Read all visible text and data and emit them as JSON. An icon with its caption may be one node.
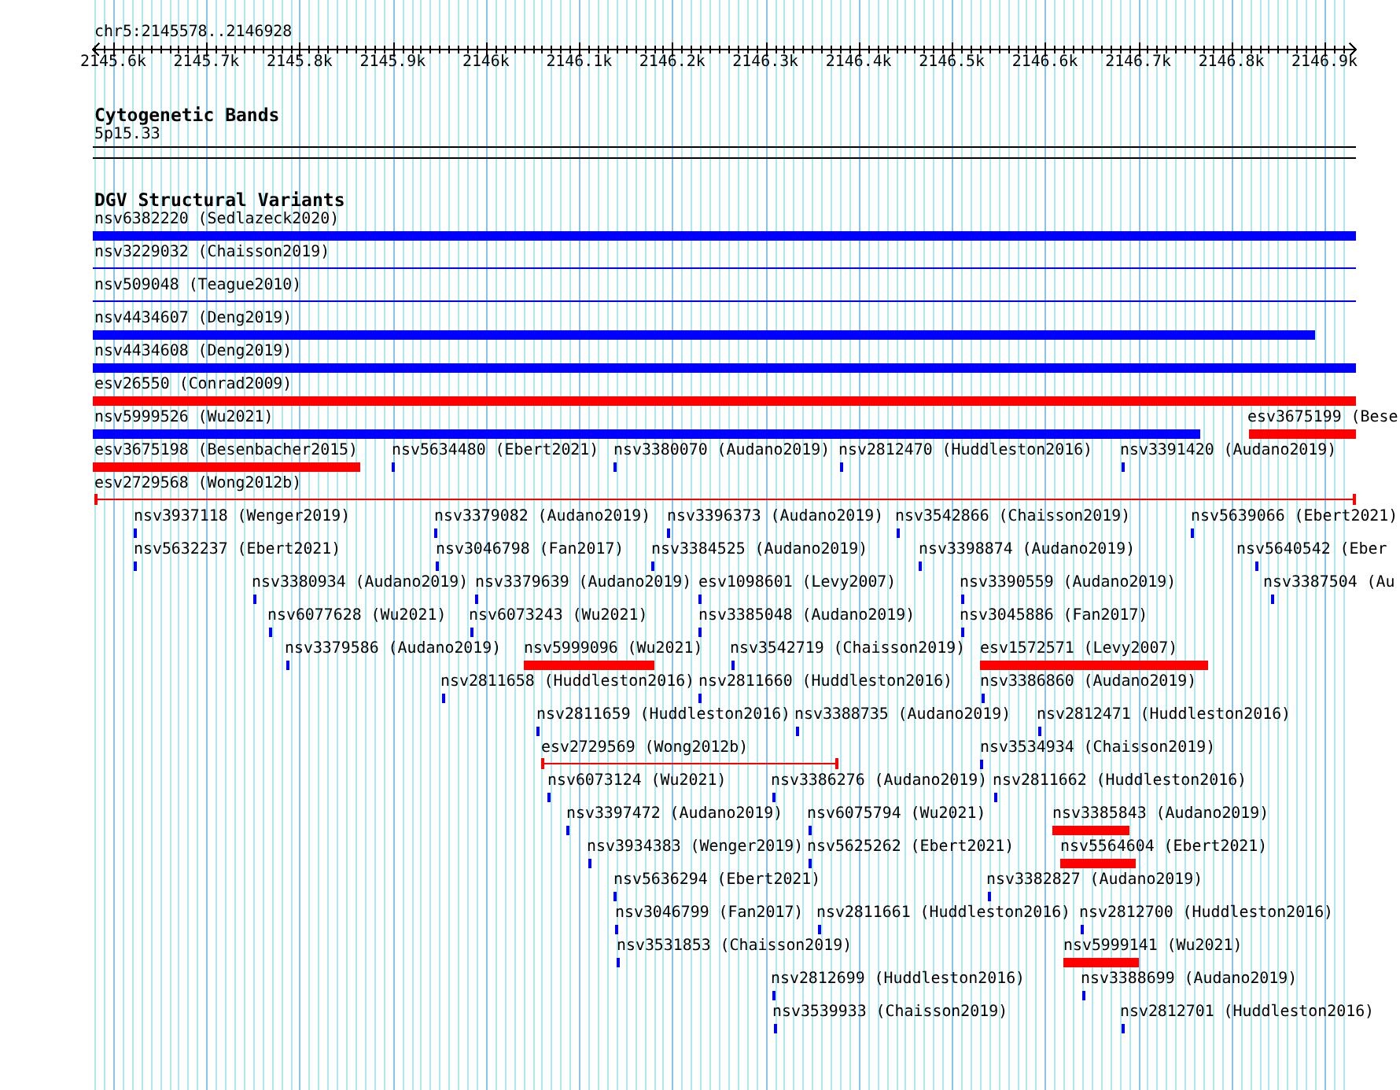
{
  "diagram": {
    "title": "chr5:2145578..2146928",
    "nodes": [
      {
        "text": [
          "5p15.33"
        ]
      },
      {
        "text": [
          "nsv6382220 (Sedlazeck2020)"
        ]
      },
      {
        "text": [
          "nsv3229032 (Chaisson2019)"
        ]
      },
      {
        "text": [
          "nsv509048 (Teague2010)"
        ]
      },
      {
        "text": [
          "nsv4434607 (Deng2019)"
        ]
      },
      {
        "text": [
          "nsv4434608 (Deng2019)"
        ]
      },
      {
        "text": [
          "esv26550 (Conrad2009)"
        ]
      },
      {
        "text": [
          "nsv5999526 (Wu2021)"
        ]
      },
      {
        "text": [
          "esv3675199 (Bese"
        ]
      },
      {
        "text": [
          "esv3675198 (Besenbacher2015)"
        ]
      },
      {
        "text": [
          "nsv5634480 (Ebert2021)"
        ]
      },
      {
        "text": [
          "nsv3380070 (Audano2019)"
        ]
      },
      {
        "text": [
          "nsv2812470 (Huddleston2016)"
        ]
      },
      {
        "text": [
          "nsv3391420 (Audano2019)"
        ]
      },
      {
        "text": [
          "esv2729568 (Wong2012b)"
        ]
      },
      {
        "text": [
          "nsv3937118 (Wenger2019)"
        ]
      },
      {
        "text": [
          "nsv3379082 (Audano2019)"
        ]
      },
      {
        "text": [
          "nsv3396373 (Audano2019)"
        ]
      },
      {
        "text": [
          "nsv3542866 (Chaisson2019)"
        ]
      },
      {
        "text": [
          "nsv5639066 (Ebert2021)"
        ]
      },
      {
        "text": [
          "nsv5632237 (Ebert2021)"
        ]
      },
      {
        "text": [
          "nsv3046798 (Fan2017)"
        ]
      },
      {
        "text": [
          "nsv3384525 (Audano2019)"
        ]
      },
      {
        "text": [
          "nsv3398874 (Audano2019)"
        ]
      },
      {
        "text": [
          "nsv5640542 (Eber"
        ]
      },
      {
        "text": [
          "nsv3380934 (Audano2019)"
        ]
      },
      {
        "text": [
          "nsv3379639 (Audano2019)"
        ]
      },
      {
        "text": [
          "esv1098601 (Levy2007)"
        ]
      },
      {
        "text": [
          "nsv3390559 (Audano2019)"
        ]
      },
      {
        "text": [
          "nsv3387504 (Au"
        ]
      },
      {
        "text": [
          "nsv6077628 (Wu2021)"
        ]
      },
      {
        "text": [
          "nsv6073243 (Wu2021)"
        ]
      },
      {
        "text": [
          "nsv3385048 (Audano2019)"
        ]
      },
      {
        "text": [
          "nsv3045886 (Fan2017)"
        ]
      },
      {
        "text": [
          "nsv3379586 (Audano2019)"
        ]
      },
      {
        "text": [
          "nsv5999096 (Wu2021)"
        ]
      },
      {
        "text": [
          "nsv3542719 (Chaisson2019)"
        ]
      },
      {
        "text": [
          "esv1572571 (Levy2007)"
        ]
      },
      {
        "text": [
          "nsv2811658 (Huddleston2016)"
        ]
      },
      {
        "text": [
          "nsv2811660 (Huddleston2016)"
        ]
      },
      {
        "text": [
          "nsv3386860 (Audano2019)"
        ]
      },
      {
        "text": [
          "nsv2811659 (Huddleston2016)"
        ]
      },
      {
        "text": [
          "nsv3388735 (Audano2019)"
        ]
      },
      {
        "text": [
          "nsv2812471 (Huddleston2016)"
        ]
      },
      {
        "text": [
          "esv2729569 (Wong2012b)"
        ]
      },
      {
        "text": [
          "nsv3534934 (Chaisson2019)"
        ]
      },
      {
        "text": [
          "nsv6073124 (Wu2021)"
        ]
      },
      {
        "text": [
          "nsv3386276 (Audano2019)"
        ]
      },
      {
        "text": [
          "nsv2811662 (Huddleston2016)"
        ]
      },
      {
        "text": [
          "nsv3397472 (Audano2019)"
        ]
      },
      {
        "text": [
          "nsv6075794 (Wu2021)"
        ]
      },
      {
        "text": [
          "nsv3385843 (Audano2019)"
        ]
      },
      {
        "text": [
          "nsv3934383 (Wenger2019)"
        ]
      },
      {
        "text": [
          "nsv5625262 (Ebert2021)"
        ]
      },
      {
        "text": [
          "nsv5564604 (Ebert2021)"
        ]
      },
      {
        "text": [
          "nsv5636294 (Ebert2021)"
        ]
      },
      {
        "text": [
          "nsv3382827 (Audano2019)"
        ]
      },
      {
        "text": [
          "nsv3046799 (Fan2017)"
        ]
      },
      {
        "text": [
          "nsv2811661 (Huddleston2016)"
        ]
      },
      {
        "text": [
          "nsv2812700 (Huddleston2016)"
        ]
      },
      {
        "text": [
          "nsv3531853 (Chaisson2019)"
        ]
      },
      {
        "text": [
          "nsv5999141 (Wu2021)"
        ]
      },
      {
        "text": [
          "nsv2812699 (Huddleston2016)"
        ]
      },
      {
        "text": [
          "nsv3388699 (Audano2019)"
        ]
      },
      {
        "text": [
          "nsv3539933 (Chaisson2019)"
        ]
      },
      {
        "text": [
          "nsv2812701 (Huddleston2016)"
        ]
      }
    ],
    "labels": [
      "2145.6k",
      "2145.7k",
      "2145.8k",
      "2145.9k",
      "2146k",
      "2146.1k",
      "2146.2k",
      "2146.3k",
      "2146.4k",
      "2146.5k",
      "2146.6k",
      "2146.7k",
      "2146.8k",
      "2146.9k",
      "Cytogenetic Bands",
      "DGV Structural Variants"
    ]
  }
}
